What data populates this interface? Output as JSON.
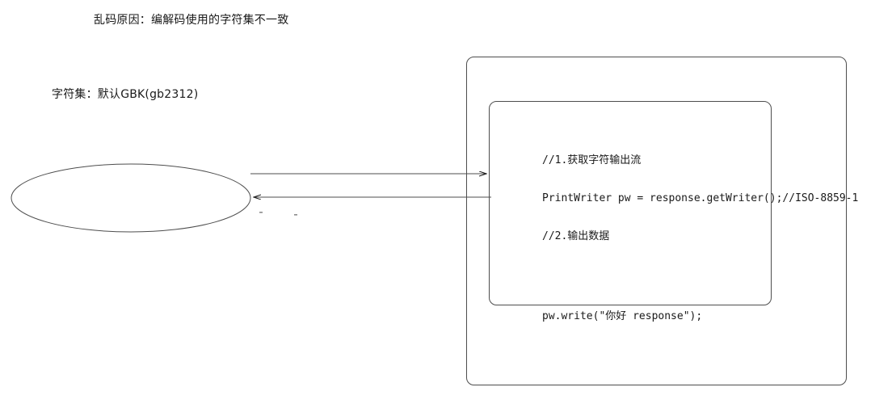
{
  "diagram": {
    "title": "乱码原因：编解码使用的字符集不一致",
    "client": {
      "charset_label": "字符集：默认GBK(gb2312)",
      "shape_name": "browser-ellipse"
    },
    "server": {
      "code_lines": [
        "//1.获取字符输出流",
        "PrintWriter pw = response.getWriter();//ISO-8859-1",
        "//2.输出数据",
        "",
        "pw.write(\"你好 response\");"
      ]
    },
    "connectors": {
      "request_arrow": "request-arrow-right",
      "response_arrow": "response-arrow-left"
    },
    "colors": {
      "stroke": "#4d4d4d",
      "stroke_dark": "#1a1a1a",
      "text": "#1a1a1a",
      "background": "#ffffff"
    }
  }
}
